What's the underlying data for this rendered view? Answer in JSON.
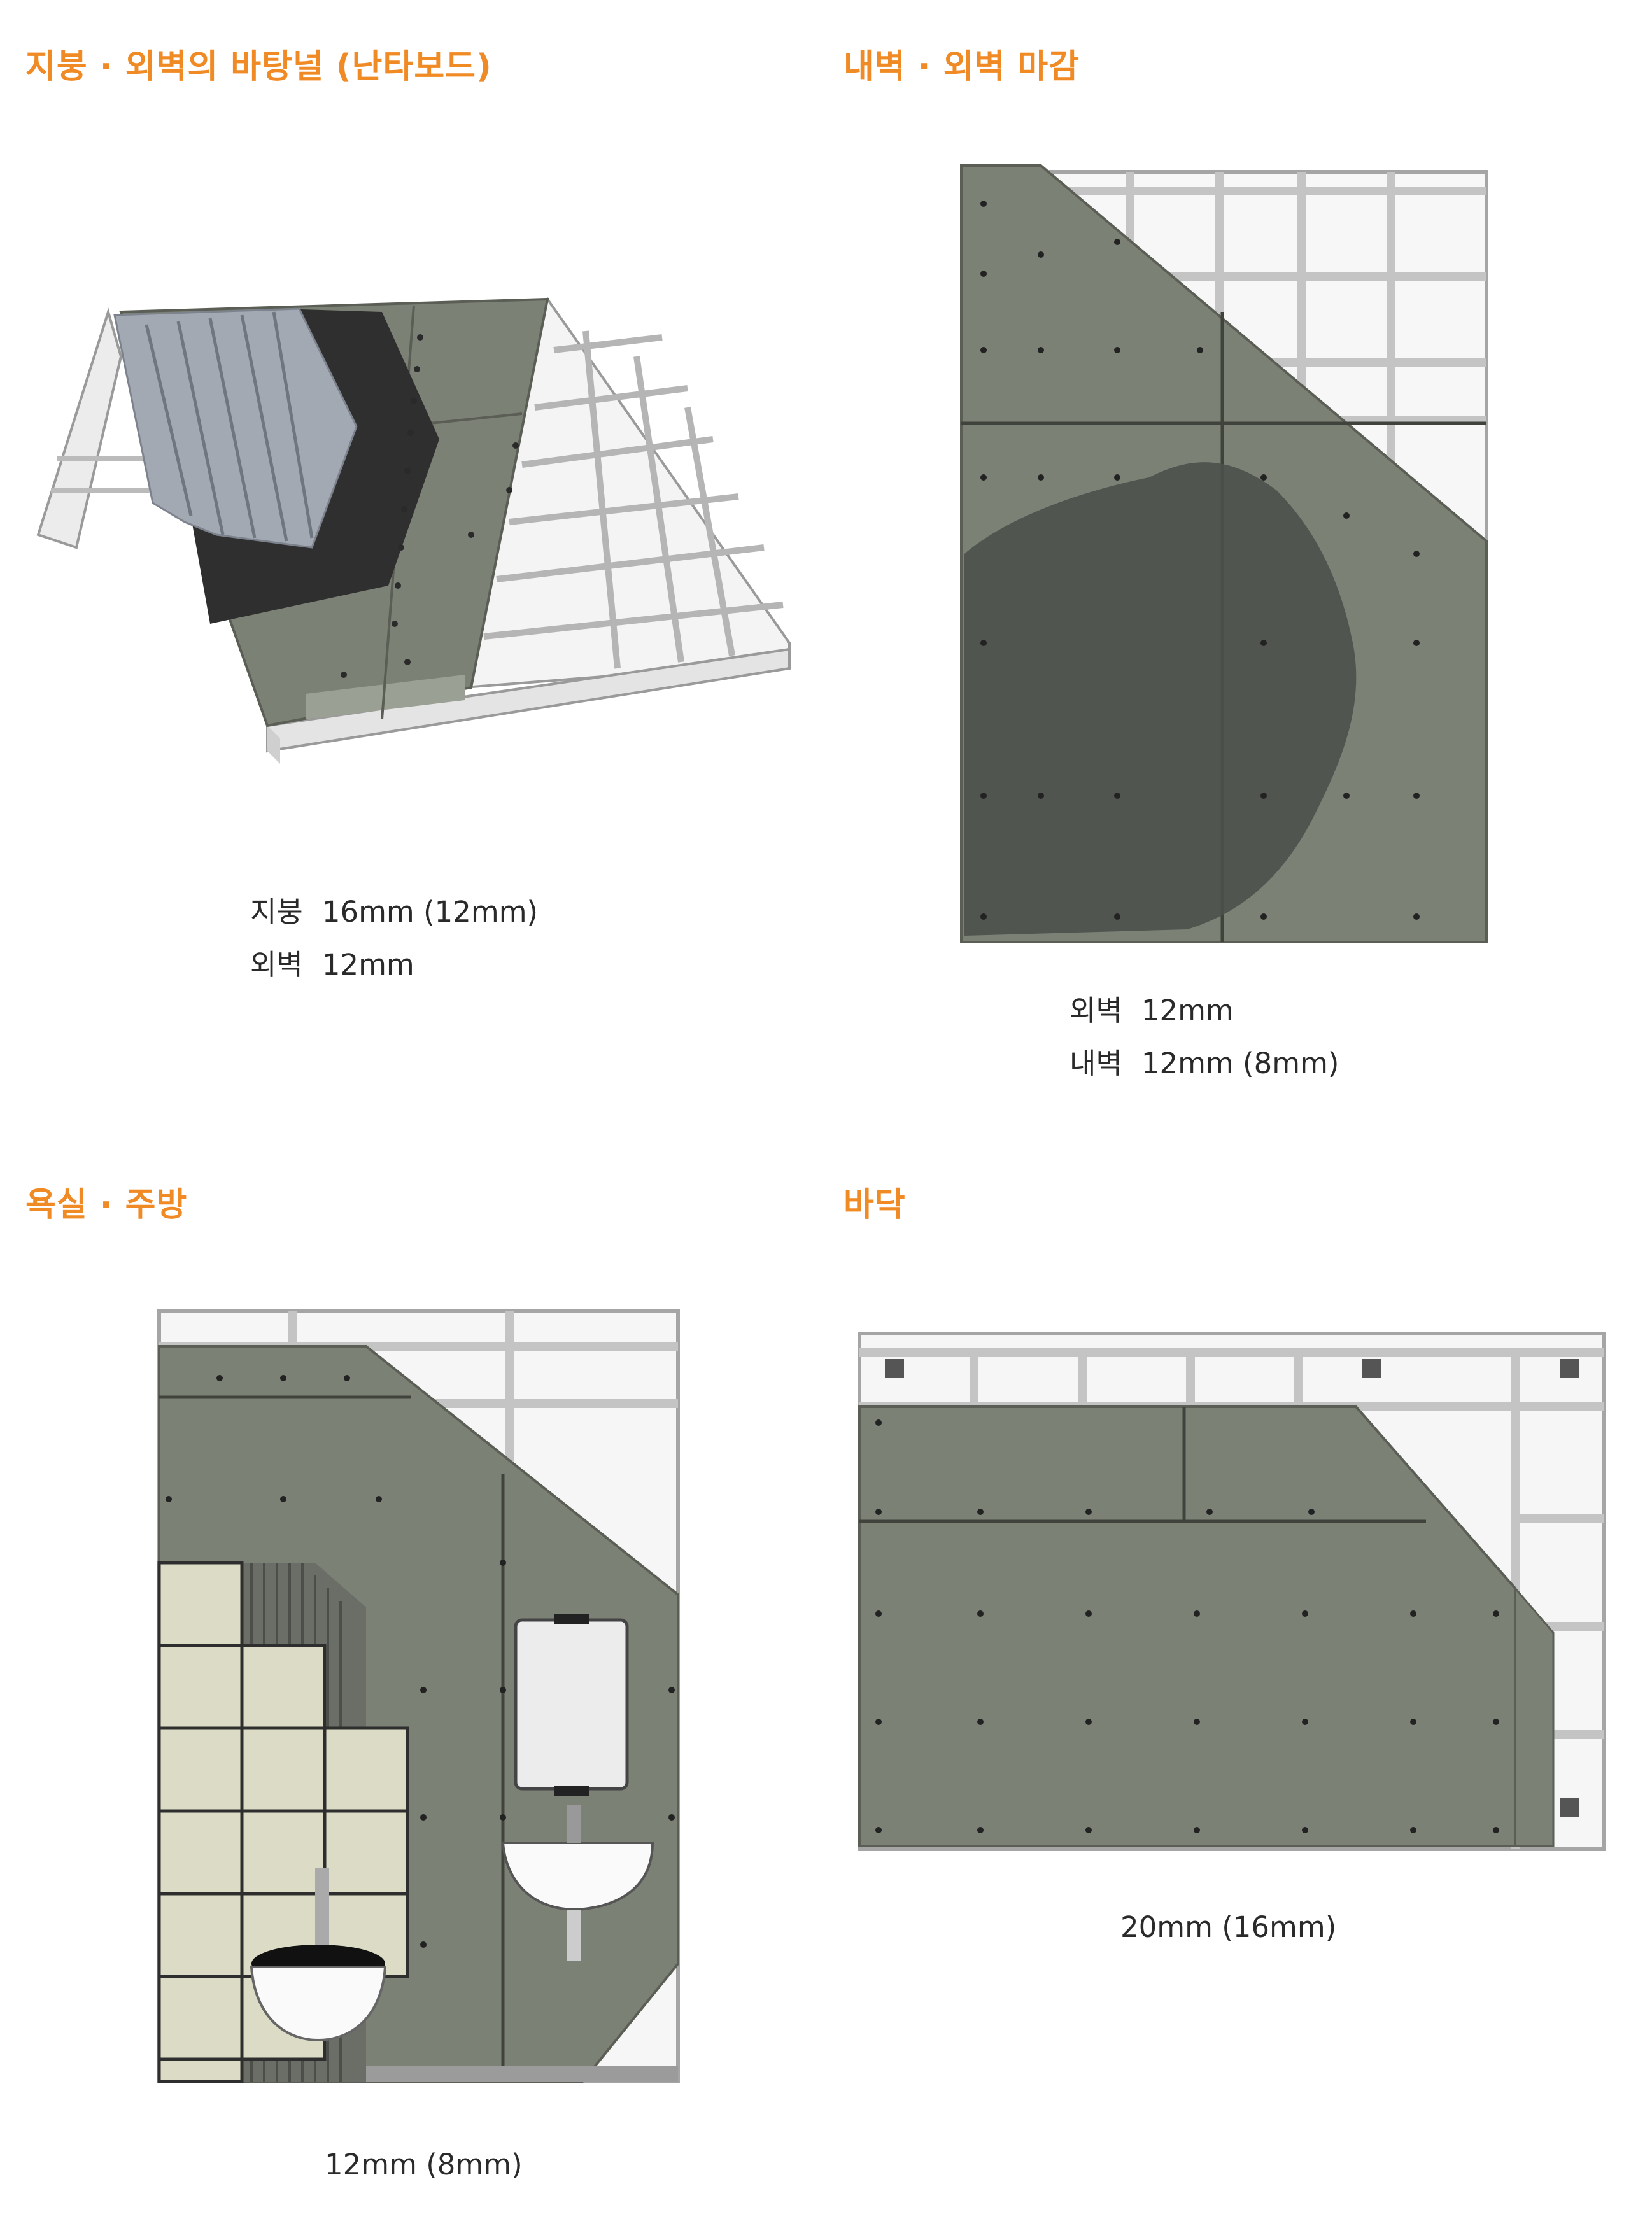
{
  "sections": {
    "roof": {
      "title": "지붕 · 외벽의 바탕널 (난타보드)",
      "spec_rows": [
        {
          "label": "지붕",
          "value": "16mm (12mm)"
        },
        {
          "label": "외벽",
          "value": "12mm"
        }
      ]
    },
    "wall": {
      "title": "내벽 · 외벽 마감",
      "spec_rows": [
        {
          "label": "외벽",
          "value": "12mm"
        },
        {
          "label": "내벽",
          "value": "12mm (8mm)"
        }
      ]
    },
    "bath": {
      "title": "욕실 · 주방",
      "spec": "12mm (8mm)"
    },
    "floor": {
      "title": "바닥",
      "spec": "20mm (16mm)"
    }
  },
  "colors": {
    "title_accent": "#f08a24",
    "board": "#7c8176",
    "frame": "#d8d8d8"
  }
}
